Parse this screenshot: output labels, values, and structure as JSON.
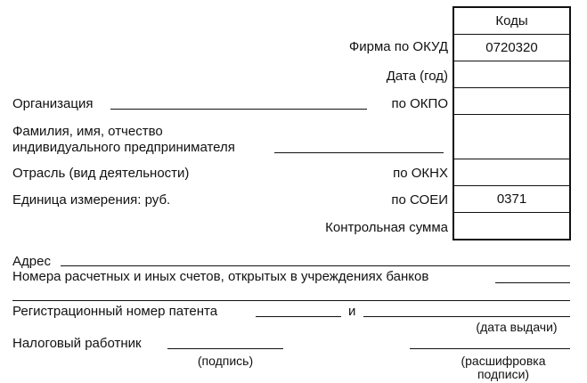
{
  "codes": {
    "header": "Коды",
    "okud": "0720320",
    "year_date": "",
    "okpo": "",
    "entrepreneur": "",
    "okonh": "",
    "soei": "0371",
    "checksum": ""
  },
  "labels": {
    "okud": "Фирма по ОКУД",
    "year": "Дата (год)",
    "organization": "Организация",
    "okpo": "по ОКПО",
    "fio_line1": "Фамилия, имя, отчество",
    "fio_line2": "индивидуального предпринимателя",
    "industry": "Отрасль (вид деятельности)",
    "okonh": "по ОКНХ",
    "unit": "Единица измерения: руб.",
    "soei": "по СОЕИ",
    "checksum": "Контрольная сумма",
    "address": "Адрес",
    "accounts": "Номера расчетных и иных счетов, открытых в учреждениях банков",
    "patent": "Регистрационный номер патента",
    "and": "и",
    "issue_date": "(дата выдачи)",
    "tax_worker": "Налоговый работник",
    "signature": "(подпись)",
    "decoding_line1": "(расшифровка",
    "decoding_line2": "подписи)"
  }
}
